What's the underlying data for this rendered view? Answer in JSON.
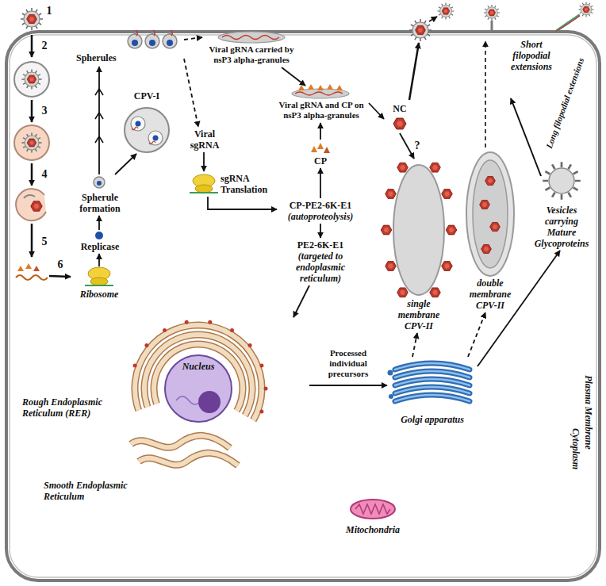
{
  "diagram": {
    "nodes": [
      {
        "text": [
          "Spherules"
        ]
      },
      {
        "text": [
          "CPV-I"
        ]
      },
      {
        "text": [
          "Viral gRNA carried by nsP3 alpha-granules"
        ]
      },
      {
        "text": [
          "Viral gRNA and CP on nsP3 alpha-granules"
        ]
      },
      {
        "text": [
          "NC"
        ]
      },
      {
        "text": [
          "Viral sgRNA"
        ]
      },
      {
        "text": [
          "CP"
        ]
      },
      {
        "text": [
          "Vesicles carrying Mature Glycoproteins"
        ]
      },
      {
        "text": [
          "single membrane CPV-II"
        ]
      },
      {
        "text": [
          "double membrane CPV-II"
        ]
      },
      {
        "text": [
          "sgRNA Translation"
        ]
      },
      {
        "text": [
          "Spherule formation"
        ]
      },
      {
        "text": [
          "CP-PE2-6K-E1",
          "(autoproteolysis)"
        ]
      },
      {
        "text": [
          "Replicase"
        ]
      },
      {
        "text": [
          "PE2-6K-E1",
          "(targeted to endoplasmic reticulum)"
        ]
      },
      {
        "text": [
          "Ribosome"
        ]
      },
      {
        "text": [
          "Nucleus",
          "Rough Endoplasmic Reticulum (RER)",
          "Smooth Endoplasmic Reticulum"
        ]
      },
      {
        "text": [
          "Golgi apparatus"
        ]
      }
    ],
    "edges": [
      {
        "from": 11,
        "to": 0,
        "arrow": "to"
      },
      {
        "from": 11,
        "to": 1,
        "arrow": "to"
      },
      {
        "from": 0,
        "to": 2,
        "arrow": "to"
      },
      {
        "from": 0,
        "to": 5,
        "arrow": "to"
      },
      {
        "from": 15,
        "to": 13,
        "arrow": "to"
      },
      {
        "from": 13,
        "to": 11,
        "arrow": "to"
      },
      {
        "from": 5,
        "to": 10,
        "arrow": "to"
      },
      {
        "from": 10,
        "to": 12,
        "arrow": "to"
      },
      {
        "from": 12,
        "to": 6,
        "arrow": "to"
      },
      {
        "from": 6,
        "to": 3,
        "arrow": "to"
      },
      {
        "from": 2,
        "to": 3,
        "arrow": "to"
      },
      {
        "from": 3,
        "to": 4,
        "arrow": "to"
      },
      {
        "from": 4,
        "to": 8,
        "label": "?",
        "arrow": "to"
      },
      {
        "from": 12,
        "to": 14,
        "arrow": "to"
      },
      {
        "from": 14,
        "to": 16,
        "arrow": "to"
      },
      {
        "from": 16,
        "to": 17,
        "label": "Processed individual precursors",
        "arrow": "to"
      },
      {
        "from": 17,
        "to": 8,
        "arrow": "to"
      },
      {
        "from": 17,
        "to": 9,
        "arrow": "to"
      },
      {
        "from": 17,
        "to": 7,
        "arrow": "to"
      }
    ],
    "labels": [
      "1",
      "2",
      "3",
      "4",
      "5",
      "6",
      "Short filopodial extensions",
      "Long filopodial extensions",
      "Mitochondria",
      "Plasma Membrane",
      "Cytoplasm"
    ]
  }
}
